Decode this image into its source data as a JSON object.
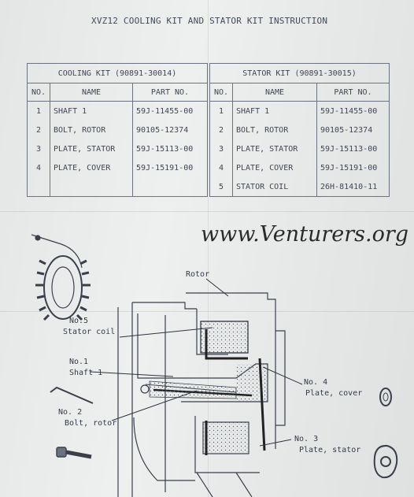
{
  "title": "XVZ12 COOLING KIT AND STATOR KIT INSTRUCTION",
  "cooling_kit": {
    "caption": "COOLING KIT (90891-30014)",
    "headers": {
      "no": "NO.",
      "name": "NAME",
      "part": "PART NO."
    },
    "rows": [
      {
        "no": "1",
        "name": "SHAFT 1",
        "part": "59J-11455-00"
      },
      {
        "no": "2",
        "name": "BOLT, ROTOR",
        "part": "90105-12374"
      },
      {
        "no": "3",
        "name": "PLATE, STATOR",
        "part": "59J-15113-00"
      },
      {
        "no": "4",
        "name": "PLATE, COVER",
        "part": "59J-15191-00"
      }
    ]
  },
  "stator_kit": {
    "caption": "STATOR KIT (90891-30015)",
    "headers": {
      "no": "NO.",
      "name": "NAME",
      "part": "PART NO."
    },
    "rows": [
      {
        "no": "1",
        "name": "SHAFT 1",
        "part": "59J-11455-00"
      },
      {
        "no": "2",
        "name": "BOLT, ROTOR",
        "part": "90105-12374"
      },
      {
        "no": "3",
        "name": "PLATE, STATOR",
        "part": "59J-15113-00"
      },
      {
        "no": "4",
        "name": "PLATE, COVER",
        "part": "59J-15191-00"
      },
      {
        "no": "5",
        "name": "STATOR COIL",
        "part": "26H-81410-11"
      }
    ]
  },
  "watermark": "www.Venturers.org",
  "diagram_labels": {
    "rotor": "Rotor",
    "no5": "No.5",
    "stator_coil": "Stator coil",
    "no1": "No.1",
    "shaft1": "Shaft 1",
    "no2": "No. 2",
    "bolt_rotor": "Bolt, rotor",
    "no4": "No. 4",
    "plate_cover": "Plate, cover",
    "no3": "No. 3",
    "plate_stator": "Plate, stator"
  }
}
